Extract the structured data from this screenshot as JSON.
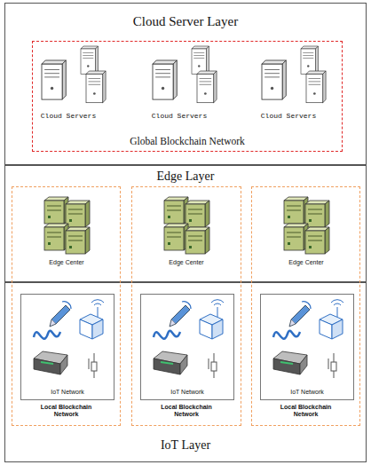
{
  "diagram": {
    "nodes": [
      {
        "text": [
          "Cloud Server Layer"
        ]
      },
      {
        "text": [
          "Global Blockchain Network"
        ],
        "in": 0
      },
      {
        "text": [
          "Edge Layer"
        ]
      },
      {
        "text": [
          "IoT Layer"
        ]
      },
      {
        "text": [
          "Local Blockchain Network"
        ]
      },
      {
        "text": [
          "IoT Network"
        ],
        "in": 4
      },
      {
        "text": [
          "Local Blockchain Network"
        ]
      },
      {
        "text": [
          "IoT Network"
        ],
        "in": 6
      },
      {
        "text": [
          "Local Blockchain Network"
        ]
      },
      {
        "text": [
          "IoT Network"
        ],
        "in": 8
      }
    ],
    "labels": [
      "Cloud Servers",
      "Cloud Servers",
      "Cloud Servers",
      "Edge Center",
      "Edge Center",
      "Edge Center"
    ]
  }
}
